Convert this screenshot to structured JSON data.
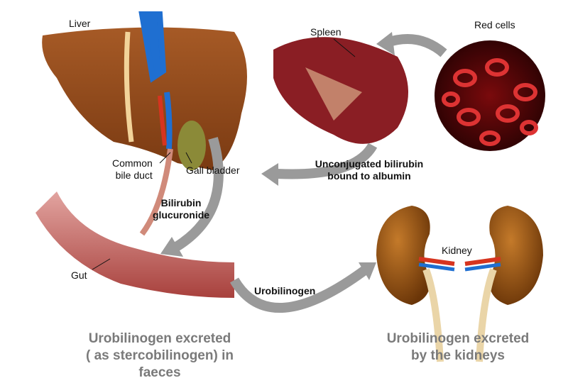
{
  "labels": {
    "liver": "Liver",
    "spleen": "Spleen",
    "red_cells": "Red cells",
    "common_bile_duct": [
      "Common",
      "bile duct"
    ],
    "gall_bladder": "Gall bladder",
    "unconjugated": [
      "Unconjugated bilirubin",
      "bound to albumin"
    ],
    "bilirubin_glucuronide": [
      "Bilirubin",
      "glucuronide"
    ],
    "gut": "Gut",
    "kidney": "Kidney",
    "urobilinogen": "Urobilinogen"
  },
  "captions": {
    "faeces": [
      "Urobilinogen excreted",
      "( as stercobilinogen) in faeces"
    ],
    "kidneys": [
      "Urobilinogen excreted",
      "by the kidneys"
    ]
  },
  "colors": {
    "liver": "#8e4a1c",
    "arrow": "#9a9a9a",
    "vein": "#1f6fd1",
    "artery": "#d6341f",
    "blood_cell": "#b0161a",
    "caption": "#7a7a7a"
  }
}
